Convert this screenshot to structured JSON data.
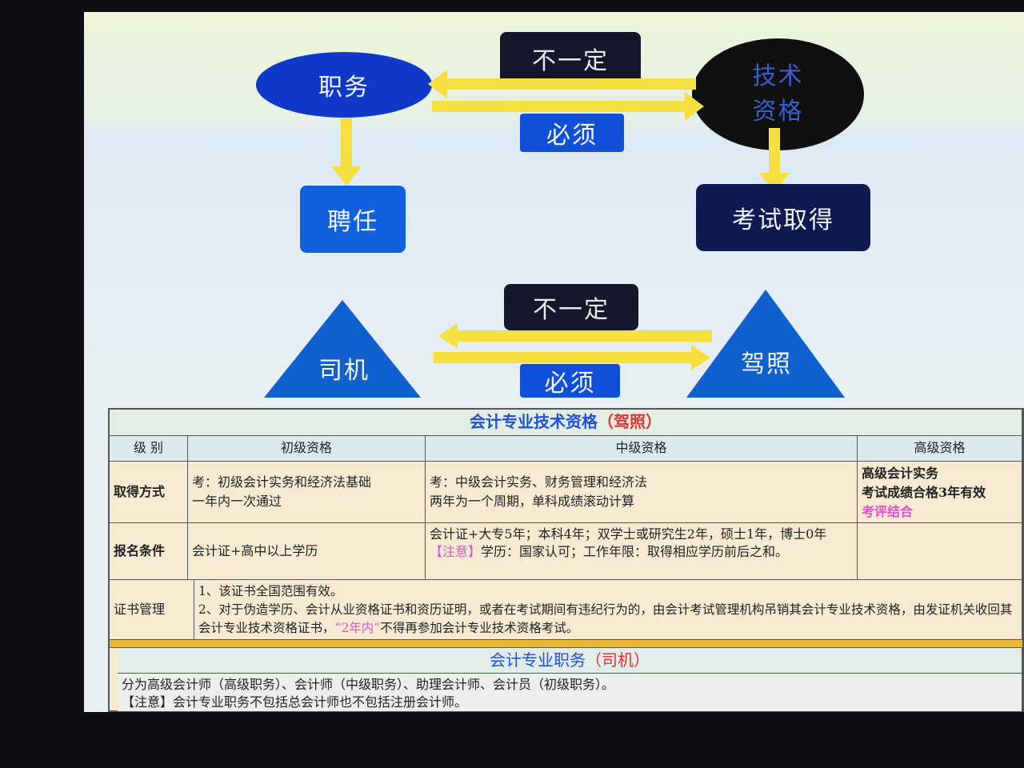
{
  "diagram": {
    "top": {
      "position": "职务",
      "uncertain": "不一定",
      "qualification_line1": "技术",
      "qualification_line2": "资格",
      "must": "必须",
      "appointment": "聘任",
      "exam": "考试取得"
    },
    "bottom": {
      "driver": "司机",
      "uncertain": "不一定",
      "must": "必须",
      "license": "驾照"
    },
    "colors": {
      "blue": "#1038c8",
      "dark": "#14182a",
      "arrow": "#f5e040",
      "box_blue": "#1060e0"
    }
  },
  "table": {
    "title": "会计专业技术资格",
    "title_note": "（驾照）",
    "headers": [
      "级 别",
      "初级资格",
      "中级资格",
      "高级资格"
    ],
    "rows": [
      {
        "label": "取得方式",
        "junior": [
          "考：初级会计实务和经济法基础",
          "一年内一次通过"
        ],
        "mid": [
          "考：中级会计实务、财务管理和经济法",
          "两年为一个周期，单科成绩滚动计算"
        ],
        "senior": [
          "高级会计实务",
          "考试成绩合格3年有效"
        ],
        "senior_note": "考评结合"
      },
      {
        "label": "报名条件",
        "junior": "会计证+高中以上学历",
        "mid_a": "会计证+大专5年；本科4年；双学士或研究生2年，硕士1年，博士0年",
        "mid_note": "【注意】",
        "mid_b": "学历：国家认可；工作年限：取得相应学历前后之和。",
        "senior": ""
      }
    ],
    "cert": {
      "label": "证书管理",
      "line1": "1、该证书全国范围有效。",
      "line2a": "2、对于伪造学历、会计从业资格证书和资历证明，或者在考试期间有违纪行为的，由会计考试管理机构吊销其会计专业技术资格，由发证机关收回其会计专业技术资格证书，",
      "line2_note": "“2年内”",
      "line2b": "不得再参加会计专业技术资格考试。"
    },
    "duty": {
      "title": "会计专业职务",
      "title_note": "（司机）",
      "line1": "分为高级会计师（高级职务）、会计师（中级职务）、助理会计师、会计员（初级职务）。",
      "line2": "【注意】会计专业职务不包括总会计师也不包括注册会计师。"
    }
  }
}
